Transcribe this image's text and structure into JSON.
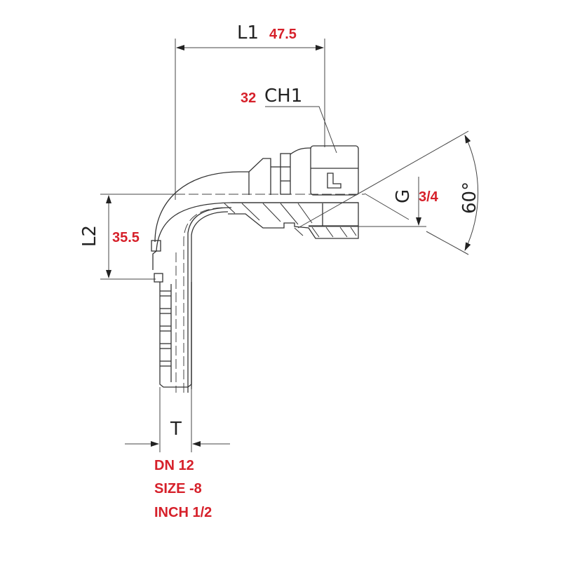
{
  "drawing": {
    "l1": {
      "label": "L1",
      "value": "47.5"
    },
    "ch1": {
      "label": "CH1",
      "value": "32"
    },
    "l2": {
      "label": "L2",
      "value": "35.5"
    },
    "g": {
      "label": "G",
      "value": "3/4"
    },
    "angle": {
      "label": "60°"
    },
    "t": {
      "label": "T"
    },
    "specs": [
      "DN 12",
      "SIZE -8",
      "INCH 1/2"
    ],
    "colors": {
      "value_text": "#d6202a",
      "line": "#333333"
    }
  }
}
